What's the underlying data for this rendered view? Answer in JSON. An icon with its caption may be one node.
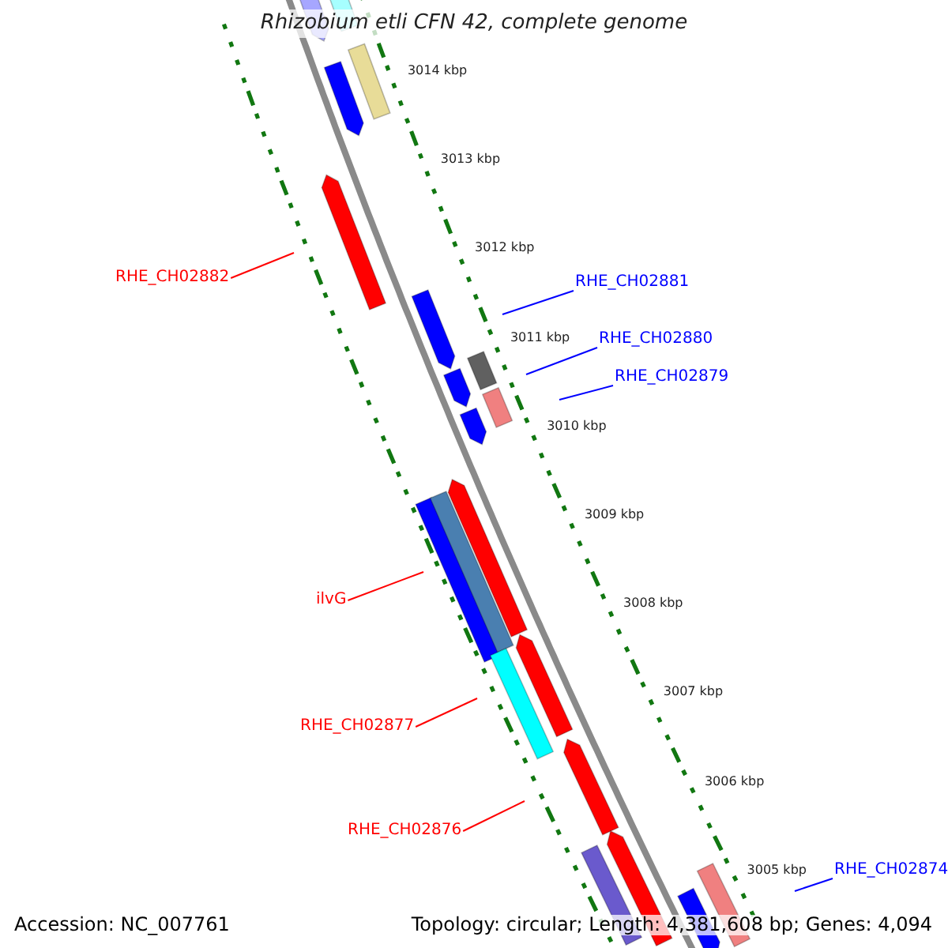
{
  "diagram": {
    "title": "Rhizobium etli CFN 42, complete genome",
    "nodes": [
      {
        "text": [
          "RHE_CH02882"
        ]
      },
      {
        "text": [
          "RHE_CH02881"
        ]
      },
      {
        "text": [
          "RHE_CH02880"
        ]
      },
      {
        "text": [
          "RHE_CH02879"
        ]
      },
      {
        "text": [
          "ilvG"
        ]
      },
      {
        "text": [
          "RHE_CH02877"
        ]
      },
      {
        "text": [
          "RHE_CH02876"
        ]
      },
      {
        "text": [
          "RHE_CH02874"
        ]
      }
    ],
    "edges": [
      {
        "from": 0,
        "to": null,
        "arrow": "none",
        "color": "#ff0000"
      },
      {
        "from": 1,
        "to": null,
        "arrow": "none",
        "color": "#0000ff"
      },
      {
        "from": 2,
        "to": null,
        "arrow": "none",
        "color": "#0000ff"
      },
      {
        "from": 3,
        "to": null,
        "arrow": "none",
        "color": "#0000ff"
      },
      {
        "from": 4,
        "to": null,
        "arrow": "none",
        "color": "#ff0000"
      },
      {
        "from": 5,
        "to": null,
        "arrow": "none",
        "color": "#ff0000"
      },
      {
        "from": 6,
        "to": null,
        "arrow": "none",
        "color": "#ff0000"
      },
      {
        "from": 7,
        "to": null,
        "arrow": "none",
        "color": "#0000ff"
      }
    ],
    "labels": [
      "3014 kbp",
      "3013 kbp",
      "3012 kbp",
      "3011 kbp",
      "3010 kbp",
      "3009 kbp",
      "3008 kbp",
      "3007 kbp",
      "3006 kbp",
      "3005 kbp",
      "Accession: NC_007761",
      "Topology: circular; Length: 4,381,608 bp; Genes: 4,094"
    ]
  }
}
